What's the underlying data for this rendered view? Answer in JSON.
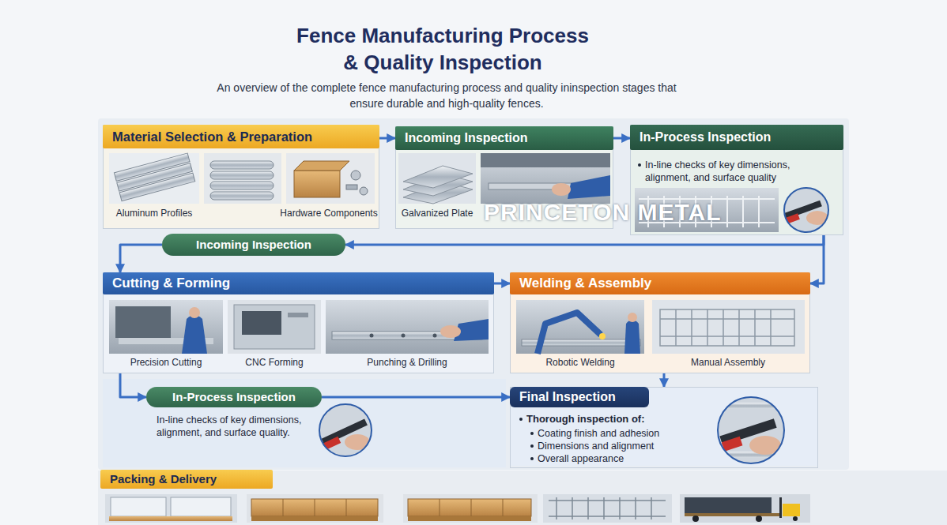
{
  "diagram": {
    "title": "Fence Manufacturing Process & Quality Inspection",
    "caption": "An overview of the complete fence manufacturing process and quality ininspection stages that ensure durable and high-quality fences.",
    "nodes": [
      {
        "text": [
          "Material Selection & Preparation"
        ]
      },
      {
        "text": [
          "Incoming Inspection"
        ]
      },
      {
        "text": [
          "In-Process Inspection",
          "In-line checks of key dimensions, alignment, and surface quality"
        ]
      },
      {
        "text": [
          "Incoming Inspection"
        ]
      },
      {
        "text": [
          "Cutting & Forming"
        ]
      },
      {
        "text": [
          "Welding & Assembly"
        ]
      },
      {
        "text": [
          "In-Process Inspection",
          "In-line checks of key dimensions, alignment, and surface quality."
        ]
      },
      {
        "text": [
          "Final Inspection",
          "Thorough inspection of:",
          "Coating finish and adhesion",
          "Dimensions and alignment",
          "Overall appearance"
        ]
      },
      {
        "text": [
          "Packing & Delivery"
        ]
      }
    ],
    "edges": [
      {
        "from": 0,
        "to": 1,
        "arrow": "to"
      },
      {
        "from": 1,
        "to": 2,
        "arrow": "to"
      },
      {
        "from": 2,
        "to": 3,
        "arrow": "to"
      },
      {
        "from": 2,
        "to": 5,
        "arrow": "to"
      },
      {
        "from": 3,
        "to": 4,
        "arrow": "to"
      },
      {
        "from": 4,
        "to": 5,
        "arrow": "to"
      },
      {
        "from": 4,
        "to": 6,
        "arrow": "to"
      },
      {
        "from": 6,
        "to": 7,
        "arrow": "to"
      },
      {
        "from": 5,
        "to": 7,
        "arrow": "to"
      }
    ],
    "labels": [
      "Aluminum Profiles",
      "Hardware Components",
      "Galvanized Plate",
      "PRINCETON METAL",
      "Precision Cutting",
      "CNC Forming",
      "Punching & Drilling",
      "Robotic Welding",
      "Manual Assembly"
    ]
  }
}
